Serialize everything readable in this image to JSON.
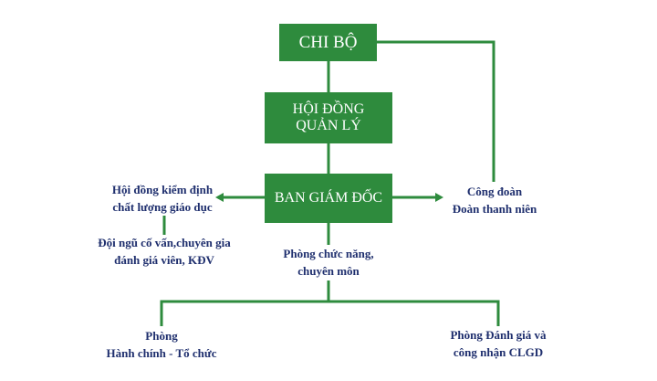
{
  "boxes": {
    "chi_bo": "CHI BỘ",
    "hoi_dong_quan_ly": [
      "HỘI ĐỒNG",
      "QUẢN LÝ"
    ],
    "ban_giam_doc": "BAN GIÁM ĐỐC"
  },
  "labels": {
    "hoi_dong_kiem_dinh": [
      "Hội đồng kiểm định",
      "chất lượng giáo dục"
    ],
    "doi_ngu": [
      "Đội ngũ cố vấn,chuyên gia",
      "đánh giá viên, KĐV"
    ],
    "cong_doan": [
      "Công đoàn",
      "Đoàn thanh niên"
    ],
    "phong_chuc_nang": [
      "Phòng chức năng,",
      "chuyên môn"
    ],
    "phong_hanh_chinh": [
      "Phòng",
      "Hành chính - Tổ chức"
    ],
    "phong_danh_gia": [
      "Phòng Đánh giá và",
      "công nhận CLGD"
    ]
  },
  "colors": {
    "box_fill": "#2e8b3d",
    "box_text": "#ffffff",
    "label_text": "#1f2f6e",
    "connector": "#2e8b3d"
  }
}
